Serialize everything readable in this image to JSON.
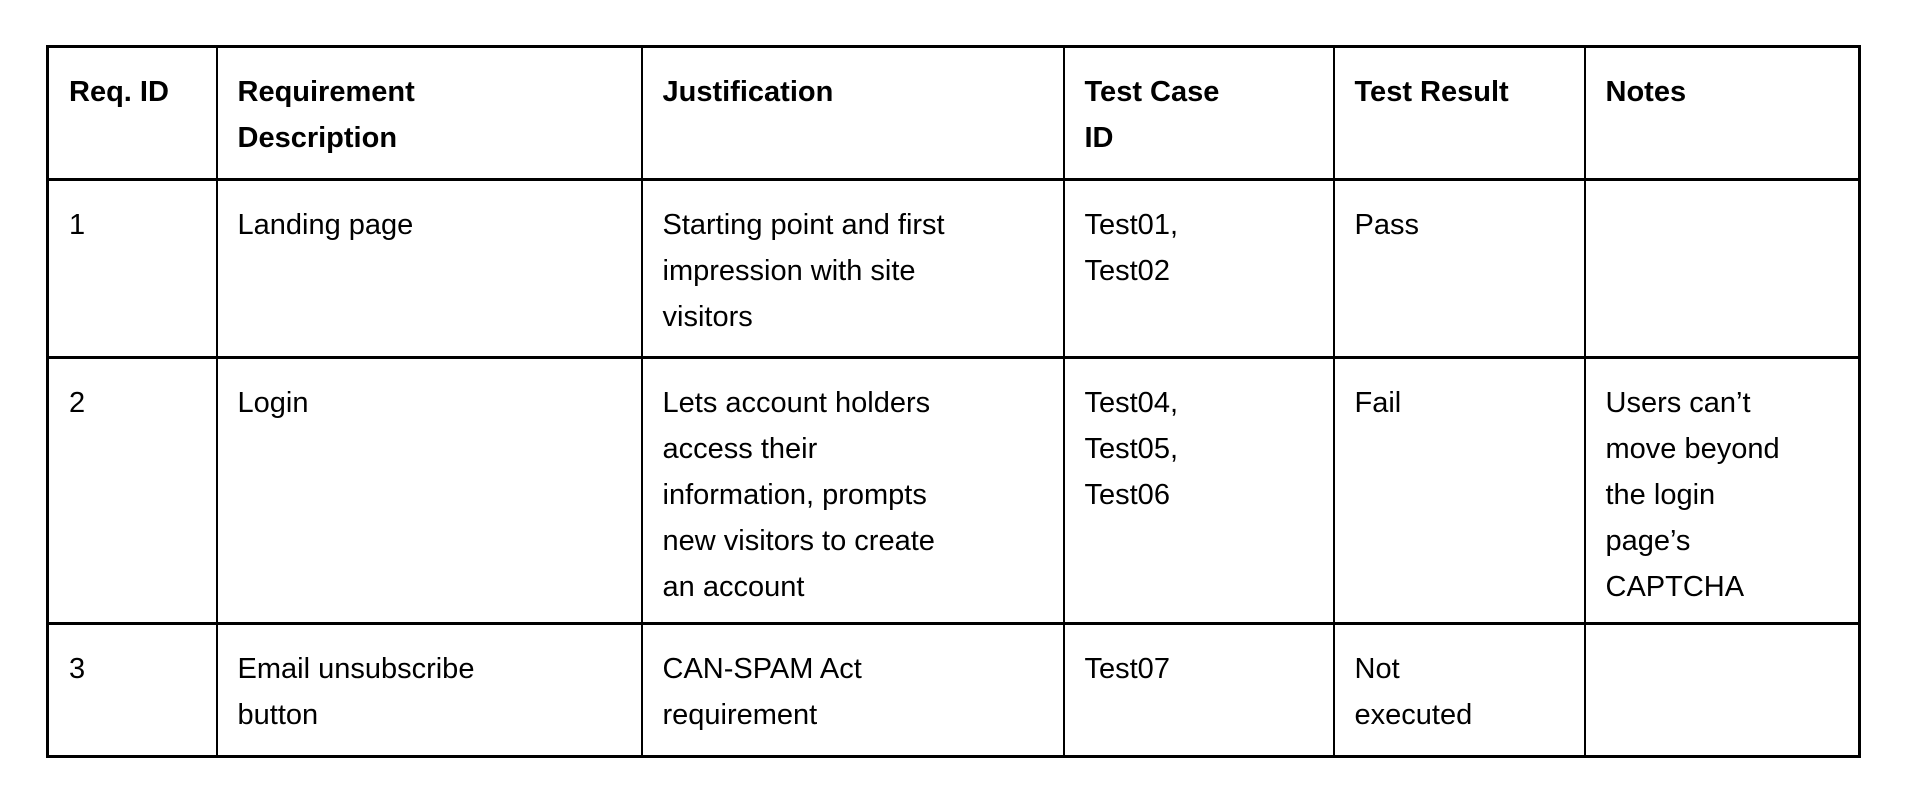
{
  "table": {
    "headers": [
      "Req. ID",
      "Requirement\nDescription",
      "Justification",
      "Test Case\nID",
      "Test Result",
      "Notes"
    ],
    "rows": [
      {
        "cells": [
          "1",
          "Landing page",
          "Starting point and first\nimpression with site\nvisitors",
          "Test01,\nTest02",
          "Pass",
          ""
        ]
      },
      {
        "cells": [
          "2",
          "Login",
          "Lets account holders\naccess their\ninformation, prompts\nnew visitors to create\nan account",
          "Test04,\nTest05,\nTest06",
          "Fail",
          "Users can’t\nmove beyond\nthe login\npage’s\nCAPTCHA"
        ]
      },
      {
        "cells": [
          "3",
          "Email unsubscribe\nbutton",
          "CAN-SPAM Act\nrequirement",
          "Test07",
          "Not\nexecuted",
          ""
        ]
      }
    ]
  },
  "colors": {
    "border": "#000000",
    "background": "#ffffff",
    "text": "#000000"
  }
}
